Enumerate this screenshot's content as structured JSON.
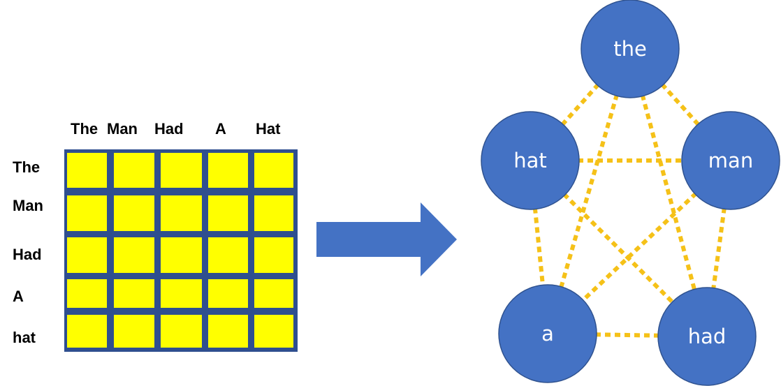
{
  "matrix": {
    "column_labels": [
      "The",
      "Man",
      "Had",
      "A",
      "Hat"
    ],
    "row_labels": [
      "The",
      "Man",
      "Had",
      "A",
      "hat"
    ],
    "cell_color": "#ffff00",
    "border_color": "#2f4f8f"
  },
  "arrow": {
    "color": "#4472c4",
    "direction": "right"
  },
  "graph": {
    "node_color": "#4472c4",
    "edge_color": "#f5c118",
    "edge_style": "dotted",
    "nodes": [
      "the",
      "hat",
      "man",
      "a",
      "had"
    ],
    "edges": [
      [
        "the",
        "hat"
      ],
      [
        "the",
        "man"
      ],
      [
        "the",
        "a"
      ],
      [
        "the",
        "had"
      ],
      [
        "hat",
        "man"
      ],
      [
        "hat",
        "a"
      ],
      [
        "hat",
        "had"
      ],
      [
        "man",
        "a"
      ],
      [
        "man",
        "had"
      ],
      [
        "a",
        "had"
      ]
    ]
  }
}
